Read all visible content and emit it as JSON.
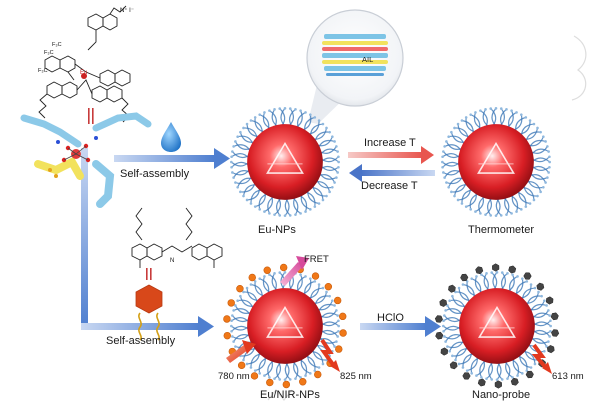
{
  "labels": {
    "ail": "AIL",
    "self_assembly_top": "Self-assembly",
    "self_assembly_bottom": "Self-assembly",
    "increase_t": "Increase T",
    "decrease_t": "Decrease T",
    "eu_nps": "Eu-NPs",
    "thermometer": "Thermometer",
    "fret": "FRET",
    "hclo": "HClO",
    "eu_nir_nps": "Eu/NIR-NPs",
    "nano_probe": "Nano-probe",
    "nm_780": "780 nm",
    "nm_825": "825 nm",
    "nm_613": "613 nm",
    "eu_atom": "Eu"
  },
  "colors": {
    "flow_arrow": "#4f7fd0",
    "increase_arrow": "#e8564f",
    "decrease_arrow": "#4a74c8",
    "particle_core": "#e0252a",
    "shell": "#3f79b8",
    "nir_dye": "#f07818",
    "quenched_dye": "#444444"
  }
}
